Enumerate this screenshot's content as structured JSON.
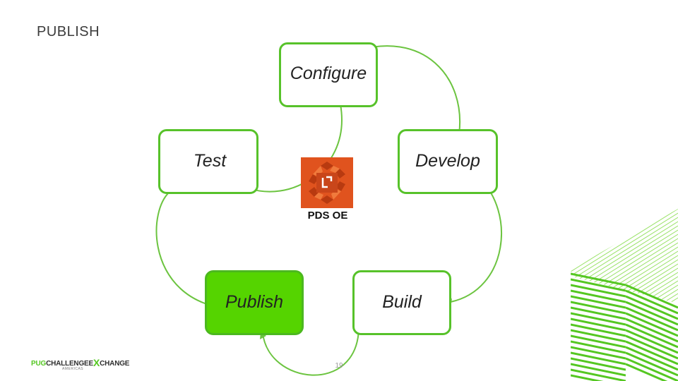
{
  "slide": {
    "title": "PUBLISH",
    "page_number": "19"
  },
  "diagram": {
    "nodes": {
      "configure": "Configure",
      "develop": "Develop",
      "build": "Build",
      "publish": "Publish",
      "test": "Test"
    },
    "active_node": "publish",
    "center_caption": "PDS OE"
  },
  "footer_logo": {
    "part_pug": "PUG",
    "part_challenge": "CHALLENGE",
    "part_e": "E",
    "part_x": "X",
    "part_change": "CHANGE",
    "subtitle": "AMERICAS"
  },
  "colors": {
    "accent": "#55d400",
    "outline": "#57c22a",
    "logo_orange": "#e0531e",
    "text": "#222222"
  },
  "icons": {
    "center": "pds-oe-logo",
    "footer": "pug-challenge-exchange-logo"
  }
}
